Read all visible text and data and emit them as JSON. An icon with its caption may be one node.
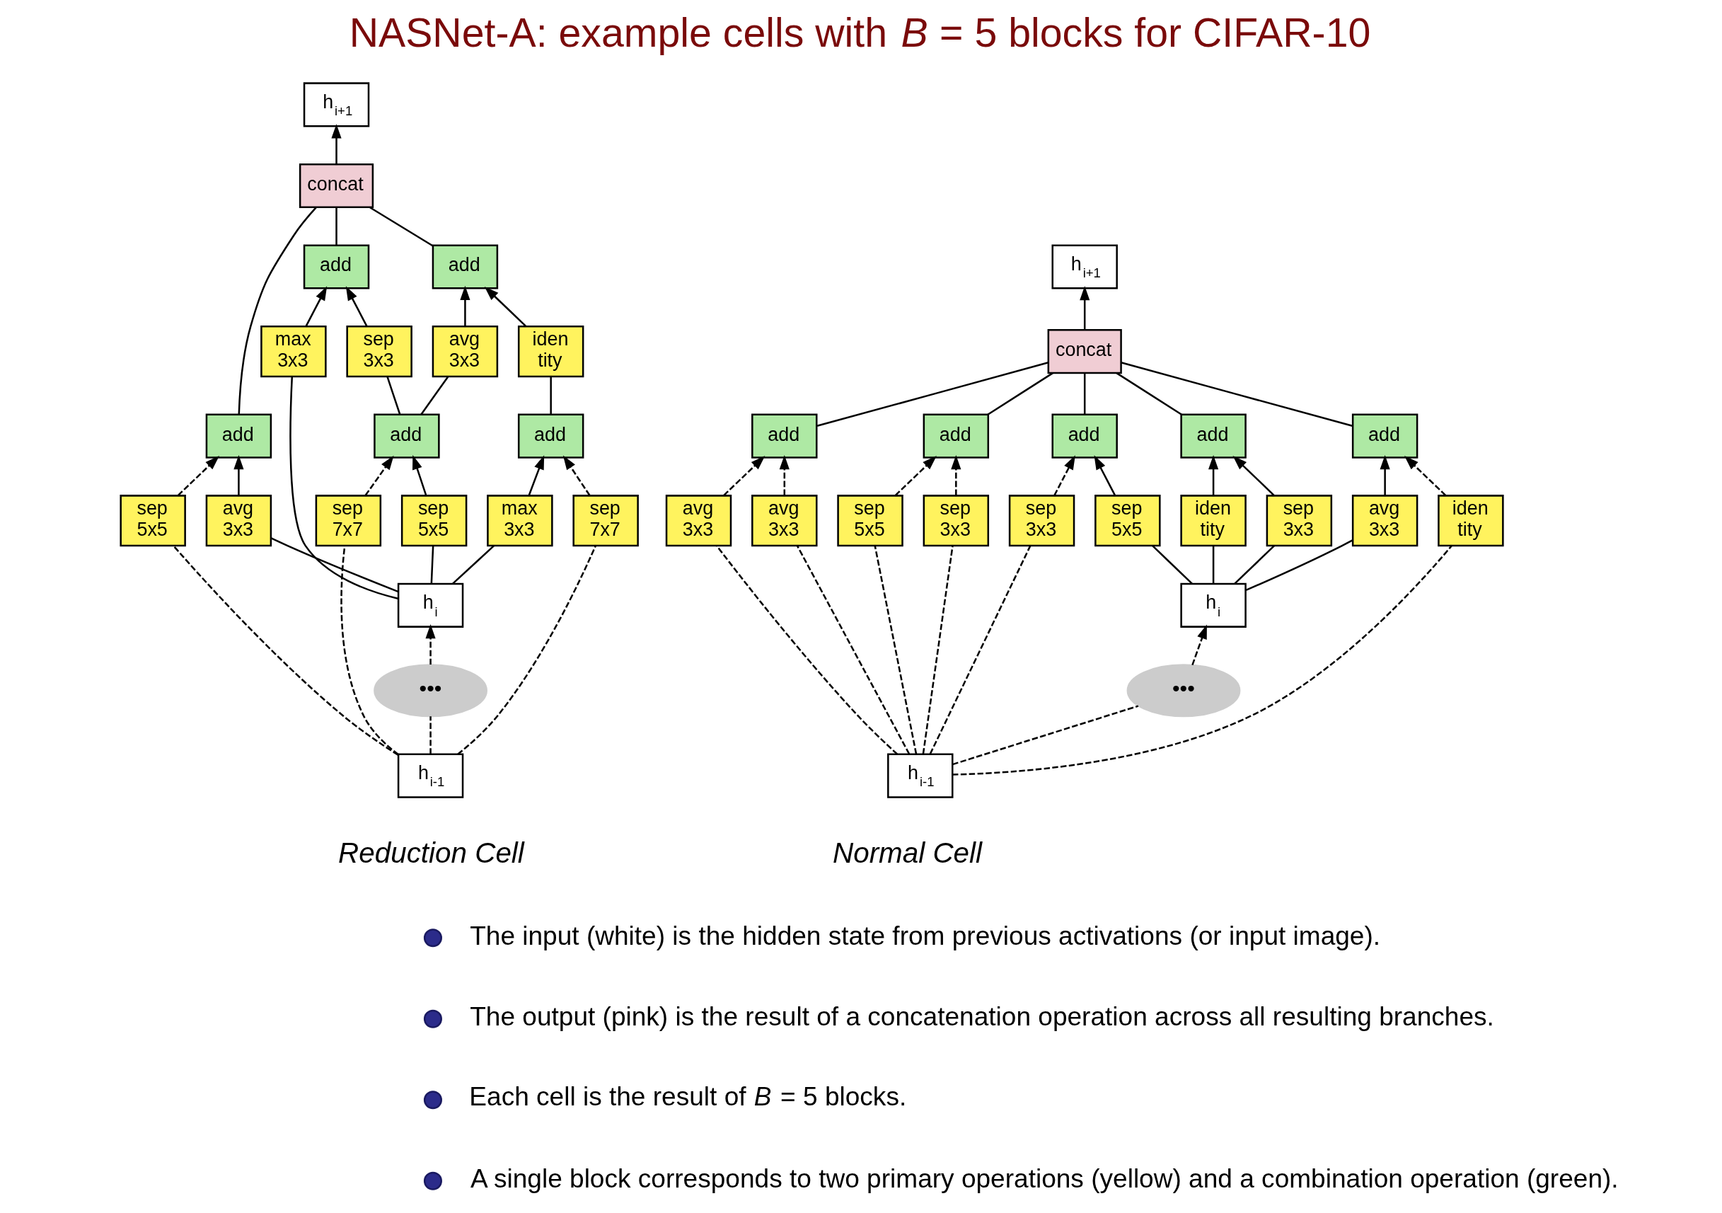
{
  "diagram": {
    "title": "NASNet-A: example cells with *B* = 5 blocks for CIFAR-10",
    "nodes": [
      {
        "text": [
          "h$_{i+1}$"
        ]
      },
      {
        "text": [
          "concat"
        ]
      },
      {
        "text": [
          "add"
        ]
      },
      {
        "text": [
          "add"
        ]
      },
      {
        "text": [
          "add"
        ]
      },
      {
        "text": [
          "add"
        ]
      },
      {
        "text": [
          "add"
        ]
      },
      {
        "text": [
          "sep 3x3"
        ]
      },
      {
        "text": [
          "iden tity"
        ]
      },
      {
        "text": [
          "sep 3x3"
        ]
      },
      {
        "text": [
          "sep 5x5"
        ]
      },
      {
        "text": [
          "avg 3x3"
        ]
      },
      {
        "text": [
          "iden tity"
        ]
      },
      {
        "text": [
          "avg 3x3"
        ]
      },
      {
        "text": [
          "avg 3x3"
        ]
      },
      {
        "text": [
          "sep 5x5"
        ]
      },
      {
        "text": [
          "sep 3x3"
        ]
      },
      {
        "text": [
          "h$_{i}$"
        ]
      },
      {
        "text": [
          "•••"
        ]
      },
      {
        "text": [
          "h$_{i-1}$"
        ]
      },
      {
        "text": [
          "h$_{i+1}$"
        ]
      },
      {
        "text": [
          "concat"
        ]
      },
      {
        "text": [
          "add"
        ]
      },
      {
        "text": [
          "add"
        ]
      },
      {
        "text": [
          "max 3x3"
        ]
      },
      {
        "text": [
          "sep 3x3"
        ]
      },
      {
        "text": [
          "avg 3x3"
        ]
      },
      {
        "text": [
          "iden tity"
        ]
      },
      {
        "text": [
          "add"
        ]
      },
      {
        "text": [
          "add"
        ]
      },
      {
        "text": [
          "add"
        ]
      },
      {
        "text": [
          "sep 7x7"
        ]
      },
      {
        "text": [
          "sep 5x5"
        ]
      },
      {
        "text": [
          "max 3x3"
        ]
      },
      {
        "text": [
          "sep 7x7"
        ]
      },
      {
        "text": [
          "avg 3x3"
        ]
      },
      {
        "text": [
          "sep 5x5"
        ]
      },
      {
        "text": [
          "h$_{i}$"
        ]
      },
      {
        "text": [
          "•••"
        ]
      },
      {
        "text": [
          "h$_{i-1}$"
        ]
      }
    ],
    "edges": [
      {
        "from": 1,
        "to": 0,
        "arrow": "to"
      },
      {
        "from": 2,
        "to": 1,
        "arrow": "none"
      },
      {
        "from": 3,
        "to": 1,
        "arrow": "none"
      },
      {
        "from": 4,
        "to": 1,
        "arrow": "none"
      },
      {
        "from": 5,
        "to": 1,
        "arrow": "none"
      },
      {
        "from": 6,
        "to": 1,
        "arrow": "none"
      },
      {
        "from": 7,
        "to": 2,
        "arrow": "to"
      },
      {
        "from": 8,
        "to": 2,
        "arrow": "to"
      },
      {
        "from": 9,
        "to": 3,
        "arrow": "to",
        "style": "dashed"
      },
      {
        "from": 10,
        "to": 3,
        "arrow": "to"
      },
      {
        "from": 11,
        "to": 4,
        "arrow": "to"
      },
      {
        "from": 12,
        "to": 4,
        "arrow": "to",
        "style": "dashed"
      },
      {
        "from": 13,
        "to": 5,
        "arrow": "to",
        "style": "dashed"
      },
      {
        "from": 14,
        "to": 5,
        "arrow": "to",
        "style": "dashed"
      },
      {
        "from": 15,
        "to": 6,
        "arrow": "to",
        "style": "dashed"
      },
      {
        "from": 16,
        "to": 6,
        "arrow": "to",
        "style": "dashed"
      },
      {
        "from": 17,
        "to": 7,
        "arrow": "none"
      },
      {
        "from": 17,
        "to": 8,
        "arrow": "none"
      },
      {
        "from": 17,
        "to": 10,
        "arrow": "none"
      },
      {
        "from": 17,
        "to": 11,
        "arrow": "none"
      },
      {
        "from": 19,
        "to": 9,
        "arrow": "none",
        "style": "dashed"
      },
      {
        "from": 19,
        "to": 12,
        "arrow": "none",
        "style": "dashed"
      },
      {
        "from": 19,
        "to": 13,
        "arrow": "none",
        "style": "dashed"
      },
      {
        "from": 19,
        "to": 14,
        "arrow": "none",
        "style": "dashed"
      },
      {
        "from": 19,
        "to": 15,
        "arrow": "none",
        "style": "dashed"
      },
      {
        "from": 19,
        "to": 16,
        "arrow": "none",
        "style": "dashed"
      },
      {
        "from": 19,
        "to": 18,
        "arrow": "none",
        "style": "dashed"
      },
      {
        "from": 18,
        "to": 17,
        "arrow": "to",
        "style": "dashed"
      },
      {
        "from": 21,
        "to": 20,
        "arrow": "to"
      },
      {
        "from": 22,
        "to": 21,
        "arrow": "none"
      },
      {
        "from": 23,
        "to": 21,
        "arrow": "none"
      },
      {
        "from": 30,
        "to": 21,
        "arrow": "none"
      },
      {
        "from": 24,
        "to": 22,
        "arrow": "to"
      },
      {
        "from": 25,
        "to": 22,
        "arrow": "to"
      },
      {
        "from": 26,
        "to": 23,
        "arrow": "to"
      },
      {
        "from": 27,
        "to": 23,
        "arrow": "to"
      },
      {
        "from": 28,
        "to": 25,
        "arrow": "none"
      },
      {
        "from": 28,
        "to": 26,
        "arrow": "none"
      },
      {
        "from": 29,
        "to": 27,
        "arrow": "none"
      },
      {
        "from": 31,
        "to": 28,
        "arrow": "to",
        "style": "dashed"
      },
      {
        "from": 32,
        "to": 28,
        "arrow": "to"
      },
      {
        "from": 33,
        "to": 29,
        "arrow": "to"
      },
      {
        "from": 34,
        "to": 29,
        "arrow": "to",
        "style": "dashed"
      },
      {
        "from": 35,
        "to": 30,
        "arrow": "to"
      },
      {
        "from": 36,
        "to": 30,
        "arrow": "to",
        "style": "dashed"
      },
      {
        "from": 37,
        "to": 24,
        "arrow": "none"
      },
      {
        "from": 37,
        "to": 32,
        "arrow": "none"
      },
      {
        "from": 37,
        "to": 33,
        "arrow": "none"
      },
      {
        "from": 37,
        "to": 35,
        "arrow": "none"
      },
      {
        "from": 39,
        "to": 31,
        "arrow": "none",
        "style": "dashed"
      },
      {
        "from": 39,
        "to": 34,
        "arrow": "none",
        "style": "dashed"
      },
      {
        "from": 39,
        "to": 36,
        "arrow": "none",
        "style": "dashed"
      },
      {
        "from": 39,
        "to": 38,
        "arrow": "none",
        "style": "dashed"
      },
      {
        "from": 38,
        "to": 37,
        "arrow": "to",
        "style": "dashed"
      }
    ],
    "labels": [
      "Normal Cell",
      "Reduction Cell",
      "The input (white) is the hidden state from previous activations (or input image).",
      "The output (pink) is the result of a concatenation operation across all resulting branches.",
      "Each cell is the result of *B* = 5 blocks.",
      "A single block corresponds to two primary operations (yellow) and a combination operation (green)."
    ]
  }
}
